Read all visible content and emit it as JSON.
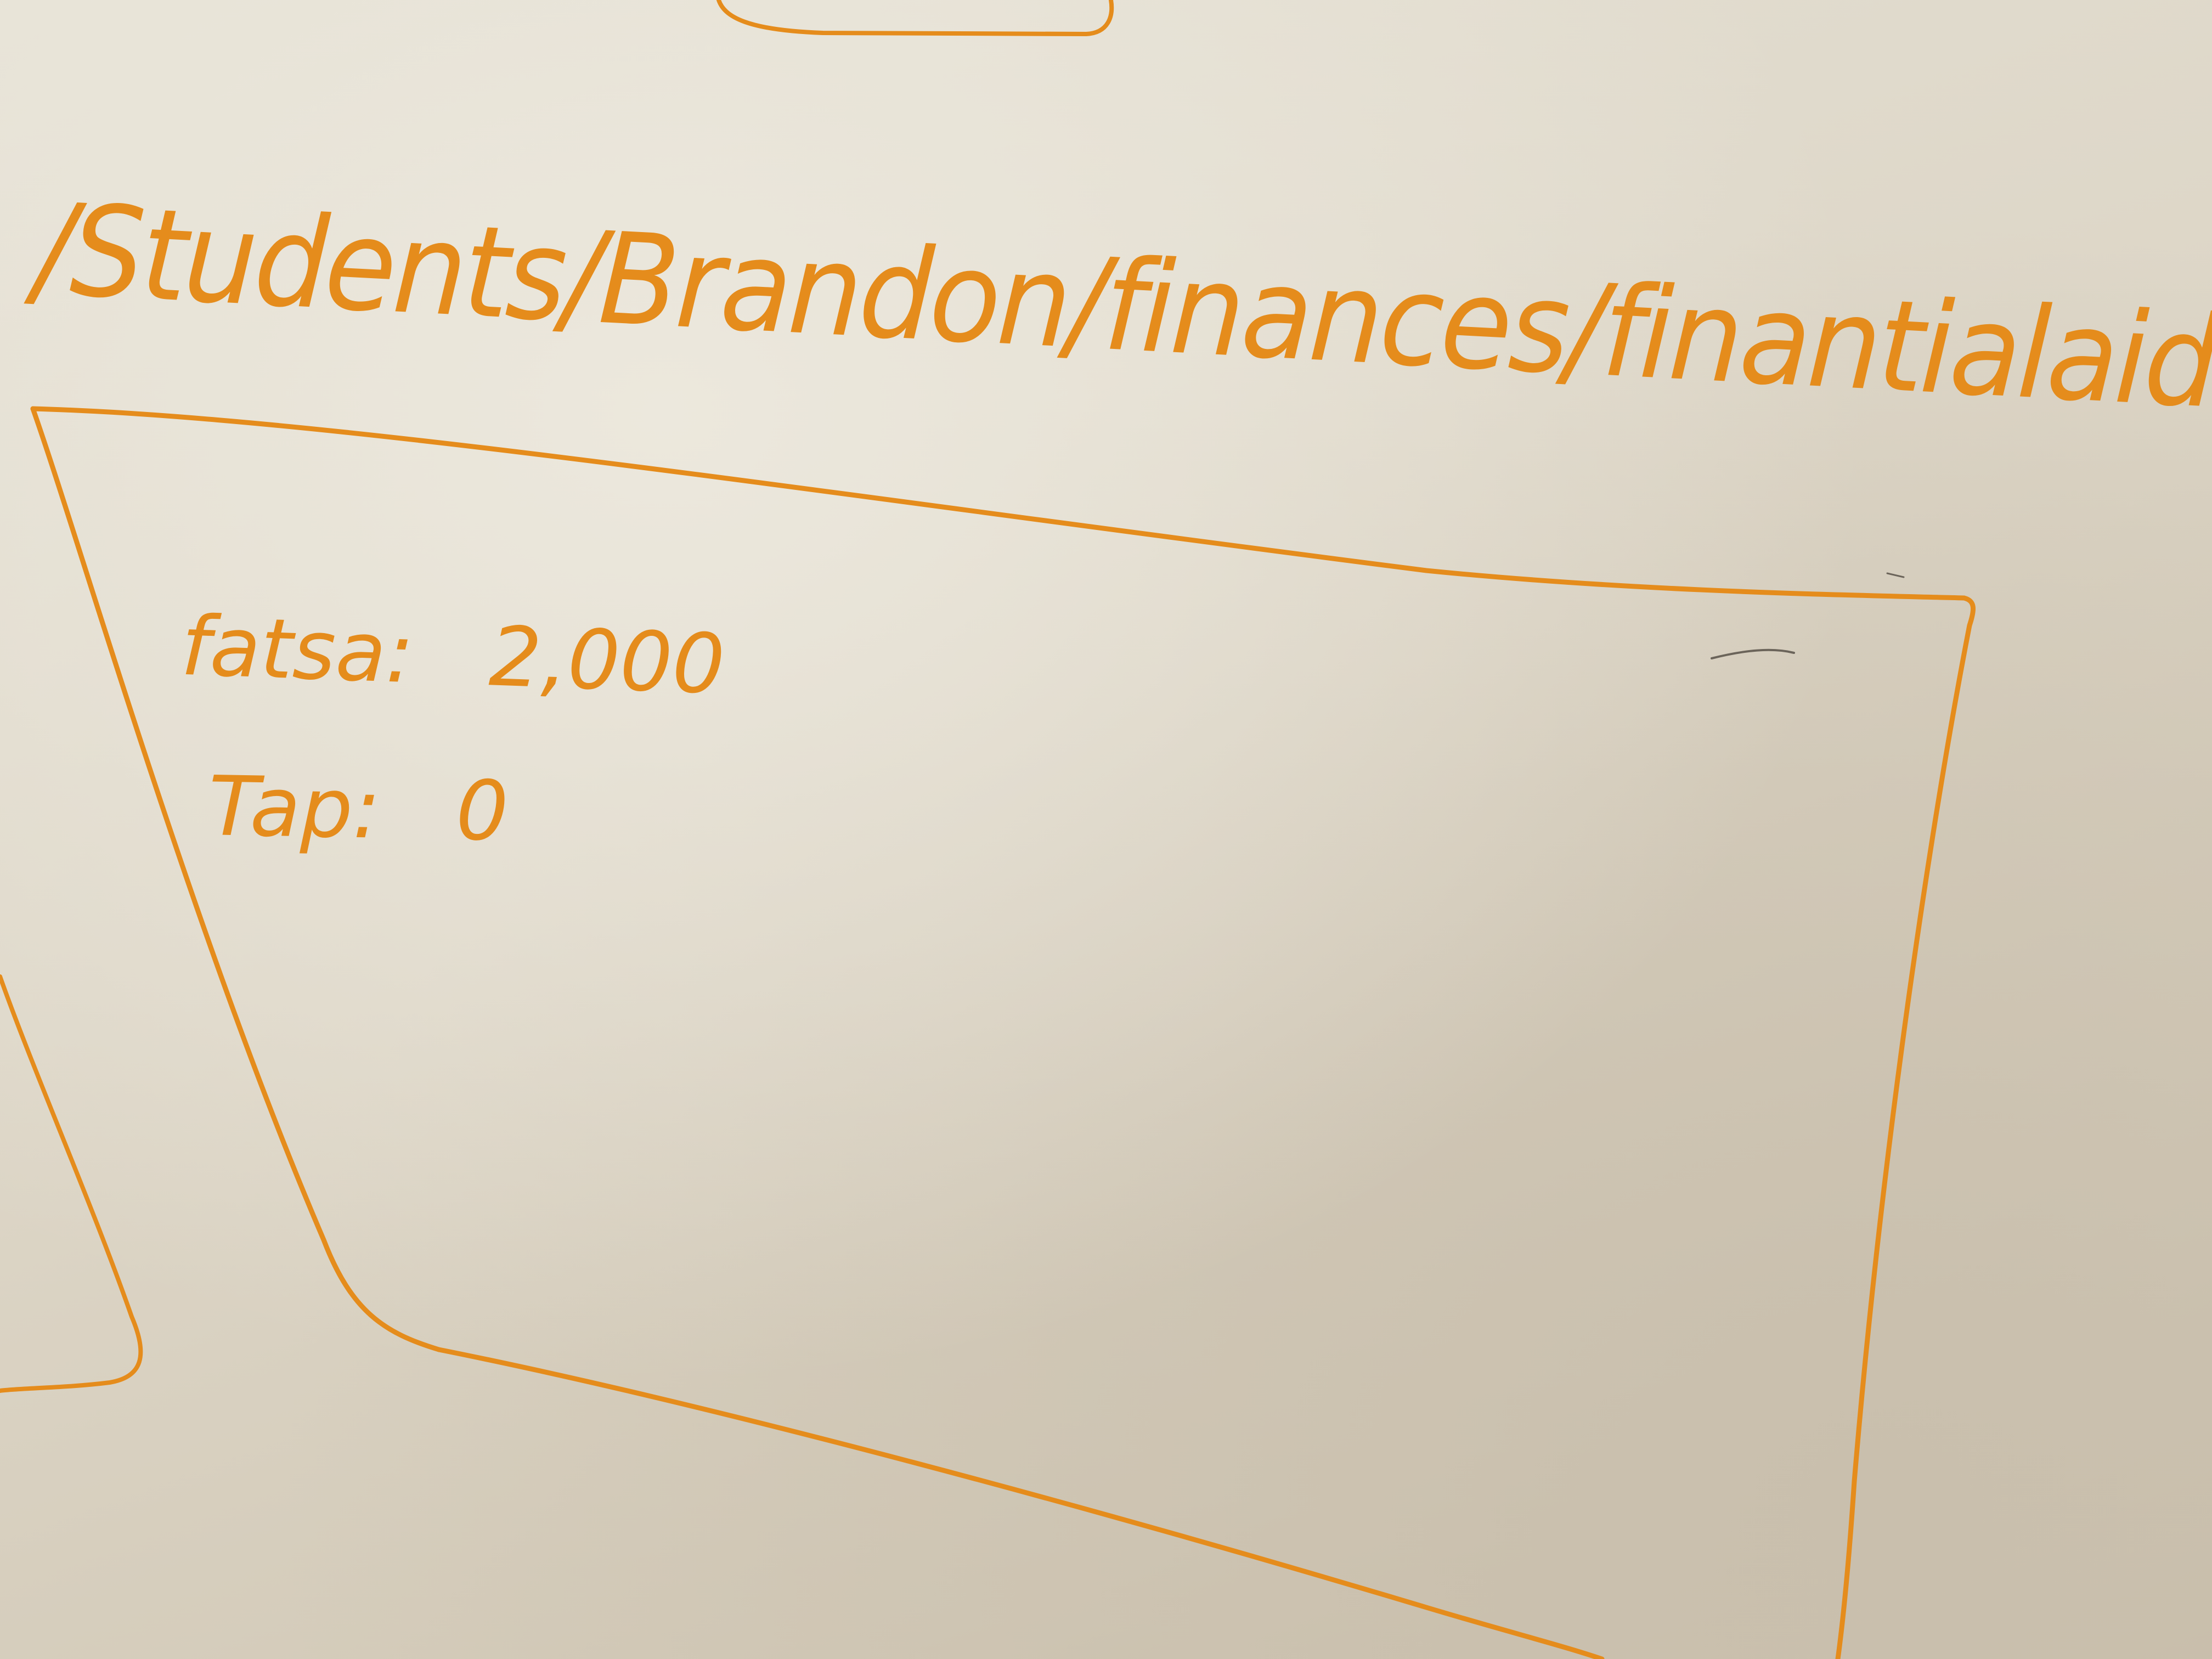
{
  "whiteboard": {
    "path": "/Students/Brandon/finances/finantialaid",
    "fields": [
      {
        "label": "fatsa:",
        "value": "2,000"
      },
      {
        "label": "Tap:",
        "value": "0"
      }
    ]
  },
  "colors": {
    "marker": "#e58c1c",
    "board": "#e0dacd"
  }
}
